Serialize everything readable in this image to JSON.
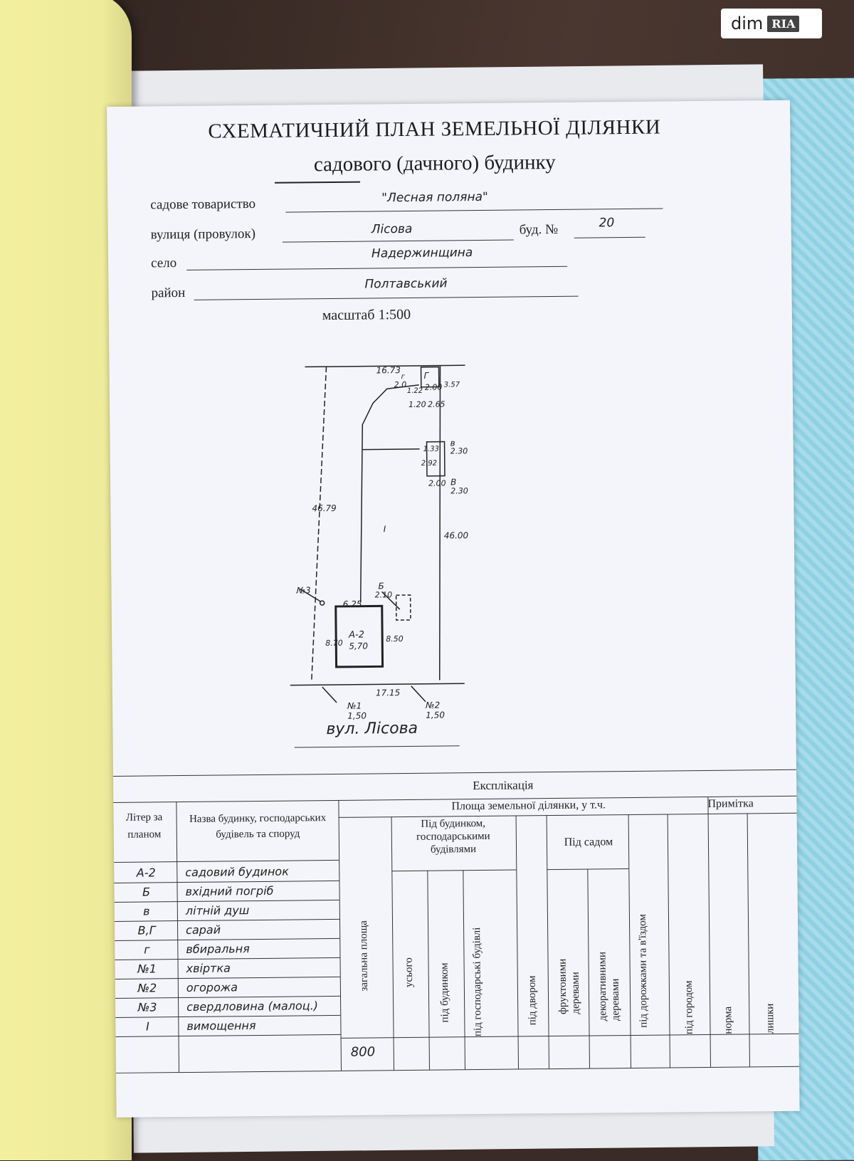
{
  "watermark": {
    "part1": "dim",
    "part2": "RIA"
  },
  "doc": {
    "title_line1": "СХЕМАТИЧНИЙ ПЛАН ЗЕМЕЛЬНОЇ ДІЛЯНКИ",
    "title_line2": "садового (дачного) будинку",
    "fields": {
      "society_label": "садове товариство",
      "society_value": "\"Лесная поляна\"",
      "street_label": "вулиця (провулок)",
      "street_value": "Лісова",
      "house_label": "буд. №",
      "house_value": "20",
      "village_label": "село",
      "village_value": "Надержинщина",
      "district_label": "район",
      "district_value": "Полтавський"
    },
    "scale": "масштаб 1:500"
  },
  "plan": {
    "top_width": "16.73",
    "left_length": "46.79",
    "right_length": "46.00",
    "bottom_width": "17.15",
    "g_small_label": "г",
    "g_small_val": "2.0",
    "g_small_dim": "1.20",
    "G_label": "Г",
    "G_dims": [
      "2.00",
      "2.65",
      "3.57"
    ],
    "G_side": "1.22",
    "v_label": "в",
    "v_val": "2.30",
    "V_label": "В",
    "V_val": "2.30",
    "V_dims": [
      "2.92",
      "1.33",
      "2.00"
    ],
    "path_label": "І",
    "B_label": "Б",
    "B_val": "2.10",
    "house_label": "А-2",
    "house_val": "5,70",
    "house_top": "6.25",
    "house_left": "8.70",
    "house_right": "8.50",
    "n1_label": "№1",
    "n1_val": "1,50",
    "n2_label": "№2",
    "n2_val": "1,50",
    "n3_label": "№3",
    "street_caption": "вул. Лісова"
  },
  "explication": {
    "title": "Експлікація",
    "col_letter": "Літер за планом",
    "col_name": "Назва будинку, господарських будівель та споруд",
    "area_header": "Площа земельної ділянки, у т.ч.",
    "note_header": "Примітка",
    "total_area": "загальна площа",
    "under_buildings": "Під будинком, господарськими будівлями",
    "total_sub": "усього",
    "under_house": "під будинком",
    "under_outbuildings": "під господарські будівлі",
    "under_yard": "під двором",
    "under_garden": "Під садом",
    "fruit_trees": "фруктовими деревами",
    "decorative_trees": "декоративними деревами",
    "paths": "під дорожками та в'їздом",
    "vegetable": "під городом",
    "norm": "норма",
    "excess": "лишки",
    "rows": [
      {
        "letter": "А-2",
        "name": "садовий будинок"
      },
      {
        "letter": "Б",
        "name": "вхідний погріб"
      },
      {
        "letter": "в",
        "name": "літній душ"
      },
      {
        "letter": "В,Г",
        "name": "сарай"
      },
      {
        "letter": "г",
        "name": "вбиральня"
      },
      {
        "letter": "№1",
        "name": "хвіртка"
      },
      {
        "letter": "№2",
        "name": "огорожа"
      },
      {
        "letter": "№3",
        "name": "свердловина (малоц.)"
      },
      {
        "letter": "І",
        "name": "вимощення"
      }
    ],
    "total_value": "800"
  }
}
